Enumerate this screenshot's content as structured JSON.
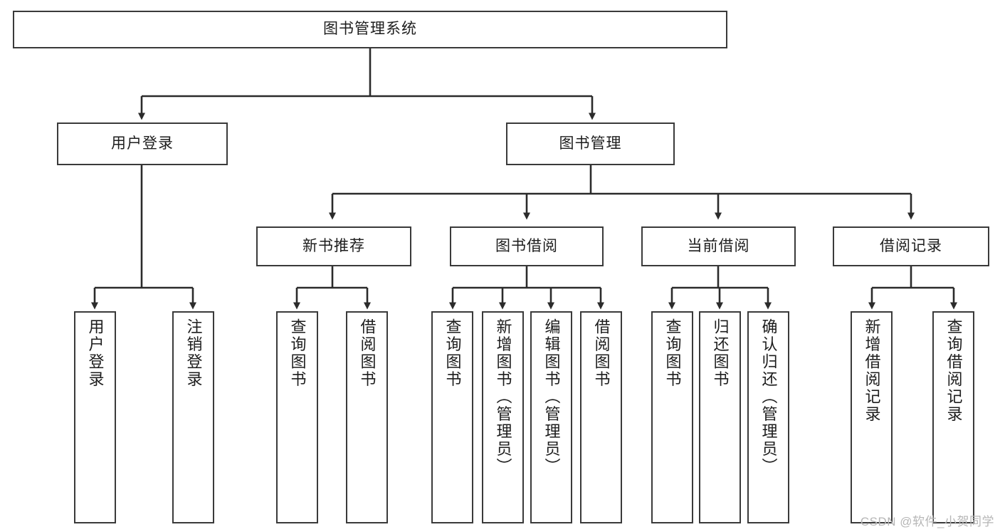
{
  "diagram": {
    "title": "图书管理系统",
    "type": "tree",
    "watermark": "CSDN @软件_小贺同学",
    "colors": {
      "box_border": "#3a3a3a",
      "box_fill": "#ffffff",
      "connector": "#2b2b2b",
      "text": "#1d1d1d",
      "watermark": "#b6b6b6"
    },
    "nodes": {
      "root": {
        "label": "图书管理系统"
      },
      "level2": [
        {
          "label": "用户登录"
        },
        {
          "label": "图书管理"
        }
      ],
      "level3": [
        {
          "label": "新书推荐"
        },
        {
          "label": "图书借阅"
        },
        {
          "label": "当前借阅"
        },
        {
          "label": "借阅记录"
        }
      ],
      "leaves": {
        "user_login": [
          {
            "label": "用户登录"
          },
          {
            "label": "注销登录"
          }
        ],
        "new_book_recommend": [
          {
            "label": "查询图书"
          },
          {
            "label": "借阅图书"
          }
        ],
        "book_borrow": [
          {
            "label": "查询图书"
          },
          {
            "label": "新增图书（管理员）"
          },
          {
            "label": "编辑图书（管理员）"
          },
          {
            "label": "借阅图书"
          }
        ],
        "current_borrow": [
          {
            "label": "查询图书"
          },
          {
            "label": "归还图书"
          },
          {
            "label": "确认归还（管理员）"
          }
        ],
        "borrow_records": [
          {
            "label": "新增借阅记录"
          },
          {
            "label": "查询借阅记录"
          }
        ]
      }
    }
  }
}
